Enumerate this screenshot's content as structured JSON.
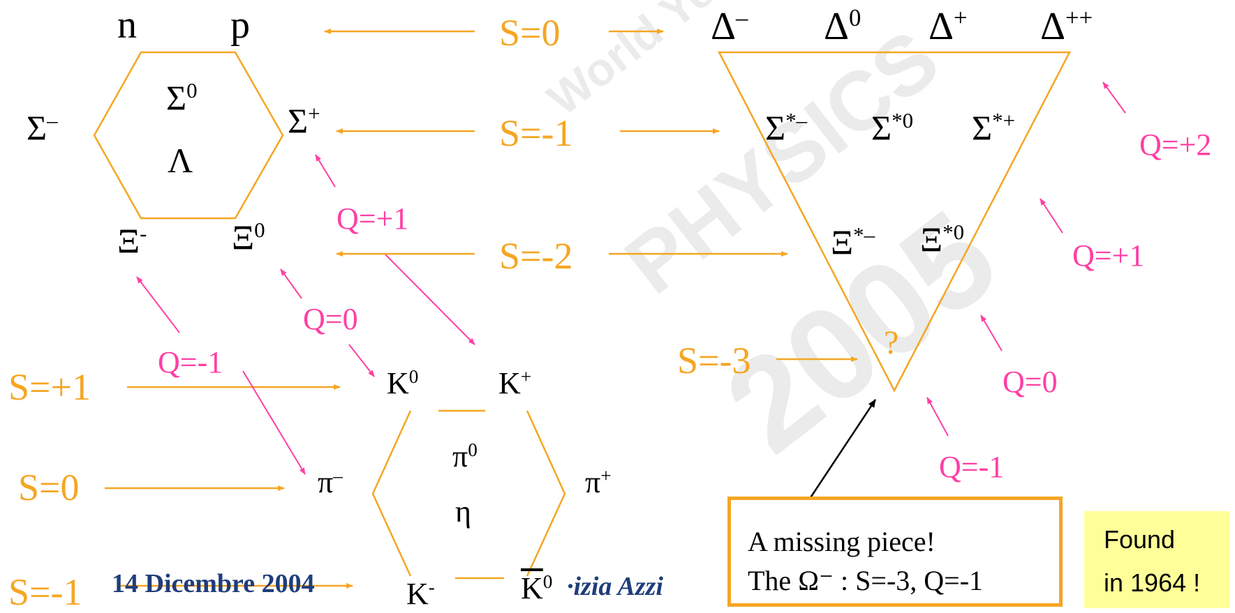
{
  "background_watermark": {
    "top": "World Year of",
    "word": "PHYSICS",
    "year": "2005"
  },
  "baryon_octet": {
    "n": "n",
    "p": "p",
    "sigma_minus": {
      "base": "Σ",
      "sup": "–"
    },
    "sigma_zero": {
      "base": "Σ",
      "sup": "0"
    },
    "lambda": "Λ",
    "sigma_plus": {
      "base": "Σ",
      "sup": "+"
    },
    "xi_minus": {
      "base": "Ξ",
      "sup": "-"
    },
    "xi_zero": {
      "base": "Ξ",
      "sup": "0"
    }
  },
  "decuplet": {
    "delta_minus": {
      "base": "Δ",
      "sup": "–"
    },
    "delta_zero": {
      "base": "Δ",
      "sup": "0"
    },
    "delta_plus": {
      "base": "Δ",
      "sup": "+"
    },
    "delta_plusplus": {
      "base": "Δ",
      "sup": "++"
    },
    "sigma_star_minus": {
      "base": "Σ",
      "sup": "*–"
    },
    "sigma_star_zero": {
      "base": "Σ",
      "sup": "*0"
    },
    "sigma_star_plus": {
      "base": "Σ",
      "sup": "*+"
    },
    "xi_star_minus": {
      "base": "Ξ",
      "sup": "*–"
    },
    "xi_star_zero": {
      "base": "Ξ",
      "sup": "*0"
    },
    "omega_unknown": "?"
  },
  "meson_octet": {
    "k_zero": {
      "base": "K",
      "sup": "0"
    },
    "k_plus": {
      "base": "K",
      "sup": "+"
    },
    "pi_minus": {
      "base": "π",
      "sup": "–"
    },
    "pi_zero": {
      "base": "π",
      "sup": "0"
    },
    "eta": "η",
    "pi_plus": {
      "base": "π",
      "sup": "+"
    },
    "k_minus": {
      "base": "K",
      "sup": "-"
    },
    "k_zero_bar": {
      "base": "K",
      "sup": "0"
    }
  },
  "strangeness_labels": {
    "s0_top": "S=0",
    "s_minus1": "S=-1",
    "s_minus2": "S=-2",
    "s_minus3": "S=-3",
    "s_plus1": "S=+1",
    "s0_meson": "S=0",
    "s_minus1_meson": "S=-1"
  },
  "charge_labels": {
    "q_plus1_left": "Q=+1",
    "q_zero_left": "Q=0",
    "q_minus1_left": "Q=-1",
    "q_plus2_right": "Q=+2",
    "q_plus1_right": "Q=+1",
    "q_zero_right": "Q=0",
    "q_minus1_right": "Q=-1"
  },
  "missing_piece_box": {
    "line1": "A missing piece!",
    "line2": "The Ω⁻ : S=-3, Q=-1"
  },
  "found_box": {
    "line1": "Found",
    "line2": "in 1964 !"
  },
  "footer": {
    "date": "14 Dicembre  2004",
    "author": "·izia Azzi"
  },
  "colors": {
    "orange": "#f5a623",
    "pink": "#ff3fa4",
    "black": "#000000",
    "navy": "#1f3d7a",
    "highlight": "#ffff99"
  }
}
